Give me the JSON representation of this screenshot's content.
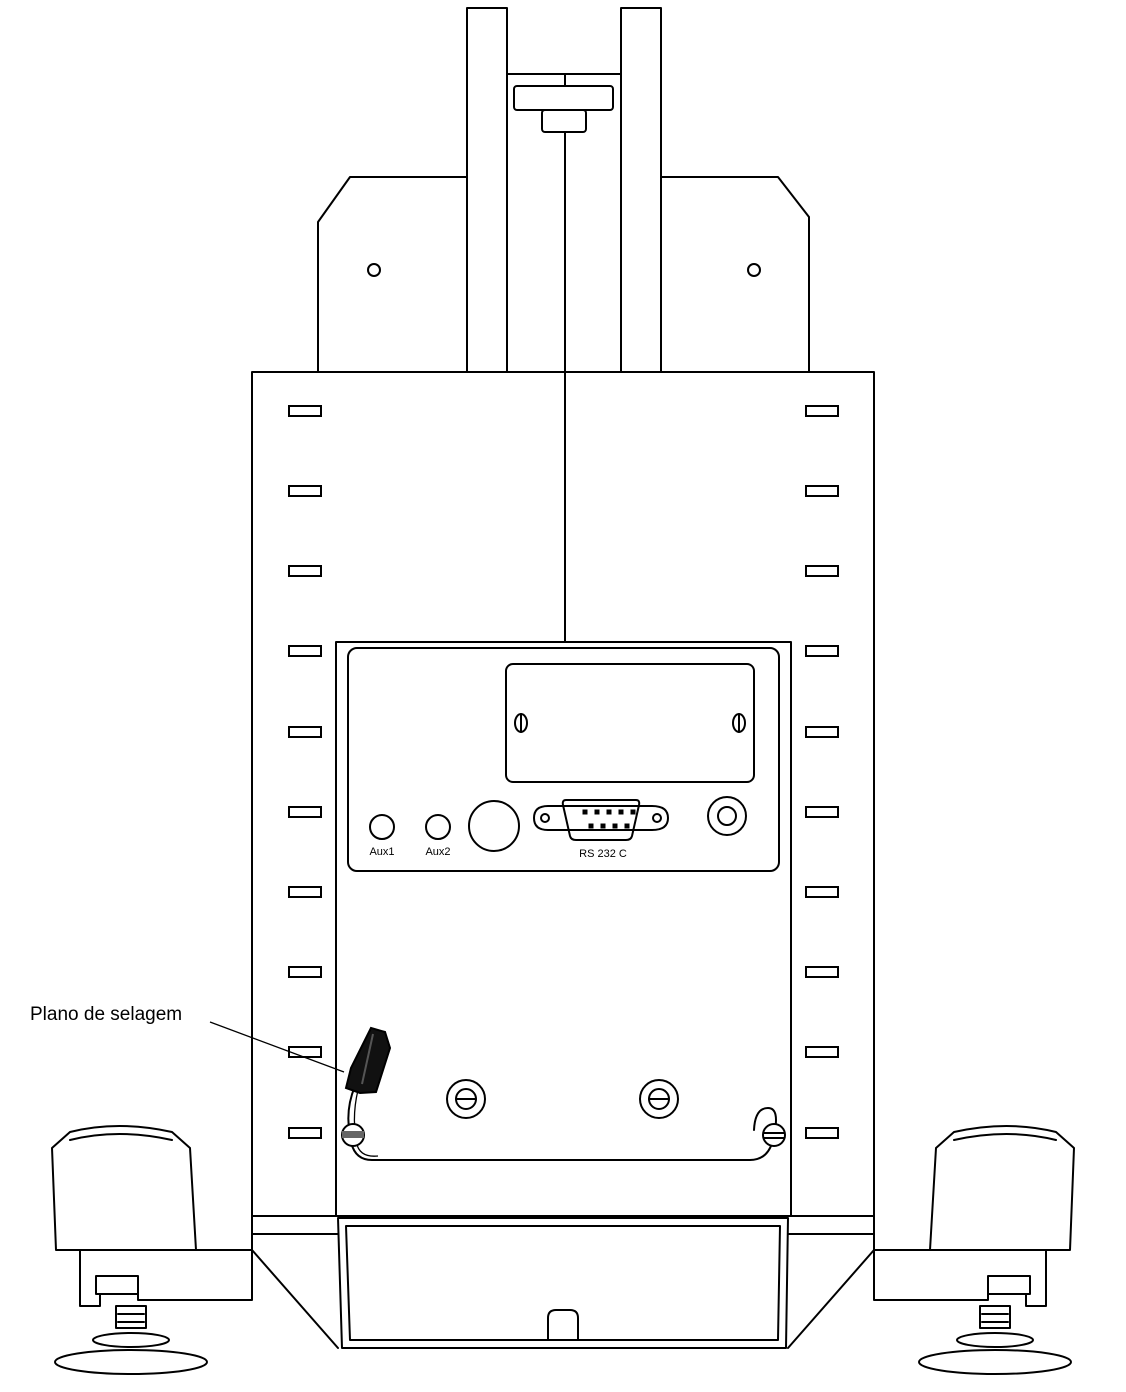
{
  "callout": {
    "label": "Plano de selagem"
  },
  "ports": {
    "aux1": "Aux1",
    "aux2": "Aux2",
    "serial": "RS 232 C"
  }
}
